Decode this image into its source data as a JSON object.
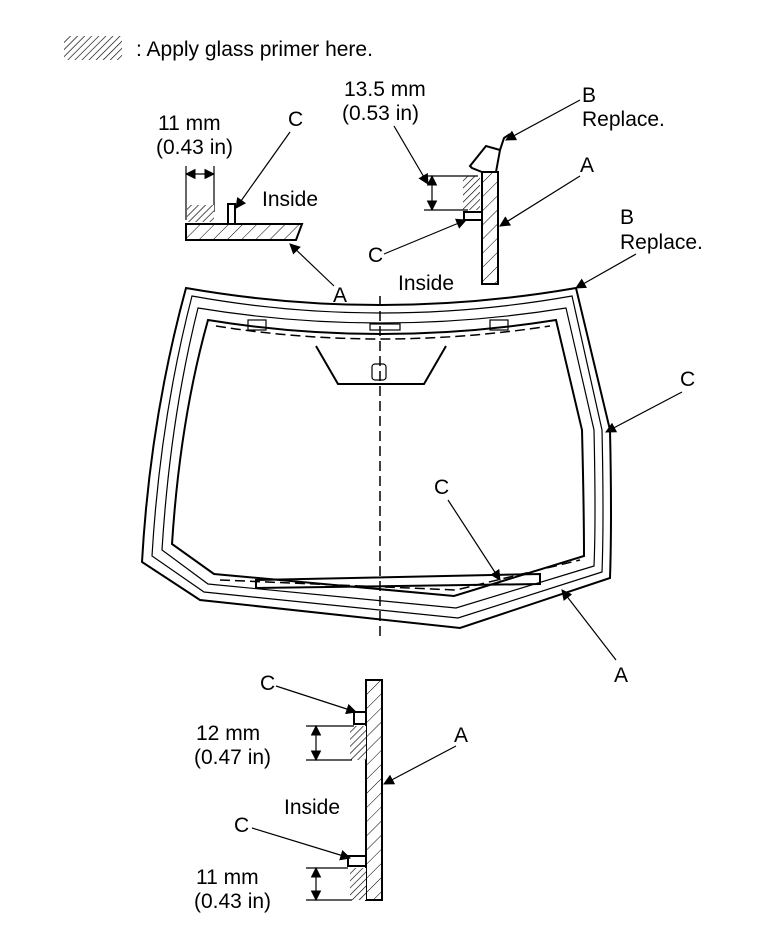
{
  "legend": {
    "text": ": Apply glass primer here."
  },
  "labels": {
    "a": "A",
    "b": "B",
    "c": "C",
    "replace": "Replace.",
    "inside": "Inside"
  },
  "dimensions": {
    "top_left_mm": "11 mm",
    "top_left_in": "(0.43 in)",
    "top_right_mm": "13.5 mm",
    "top_right_in": "(0.53 in)",
    "bottom_upper_mm": "12 mm",
    "bottom_upper_in": "(0.47 in)",
    "bottom_lower_mm": "11 mm",
    "bottom_lower_in": "(0.43 in)"
  }
}
